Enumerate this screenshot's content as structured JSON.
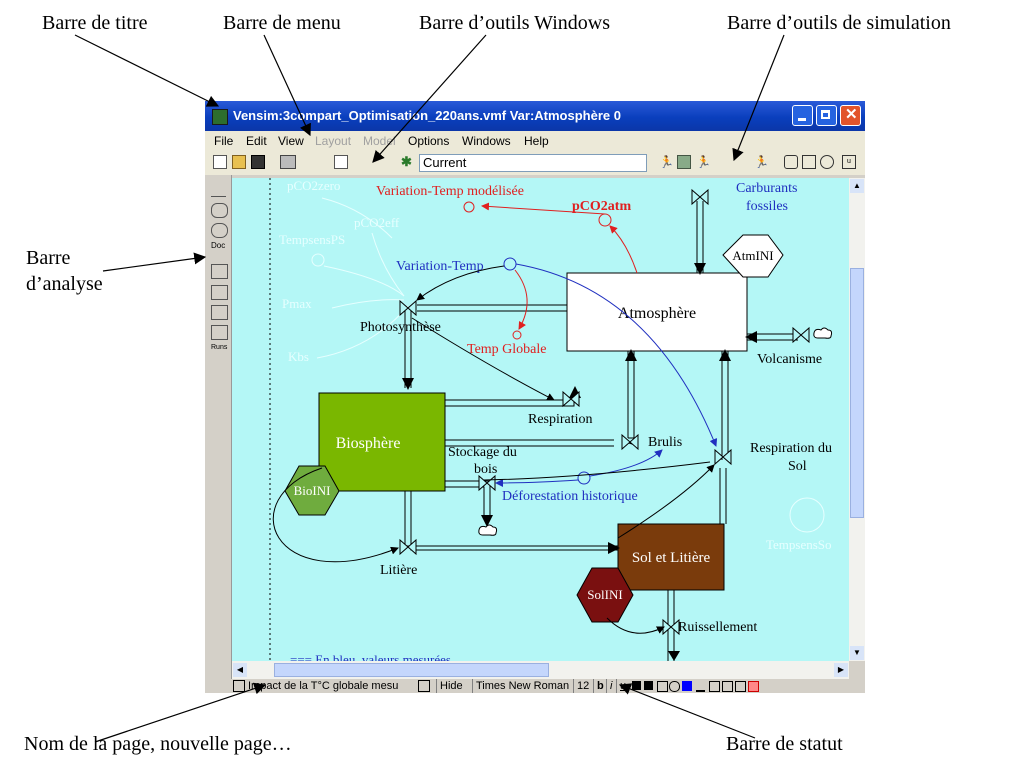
{
  "annotations": {
    "title_bar": "Barre de titre",
    "menu_bar": "Barre de menu",
    "windows_toolbar": "Barre d’outils Windows",
    "sim_toolbar": "Barre d’outils de simulation",
    "analysis_bar_1": "Barre",
    "analysis_bar_2": "d’analyse",
    "page_name": "Nom de la page, nouvelle page…",
    "status_bar": "Barre de statut"
  },
  "window": {
    "title": "Vensim:3compart_Optimisation_220ans.vmf Var:Atmosphère 0"
  },
  "menu": [
    "File",
    "Edit",
    "View",
    "Layout",
    "Model",
    "Options",
    "Windows",
    "Help"
  ],
  "toolbar": {
    "run_name": "Current"
  },
  "analysis_bar": [
    "Doc",
    "Runs"
  ],
  "diagram": {
    "stocks": {
      "atmosphere": "Atmosphère",
      "biosphere": "Biosphère",
      "sol": "Sol et Litière"
    },
    "init_params": {
      "atm": "AtmINI",
      "bio": "BioINI",
      "sol": "SolINI"
    },
    "flows": {
      "photosynthese": "Photosynthèse",
      "respiration": "Respiration",
      "litiere": "Litière",
      "stockage_1": "Stockage du",
      "stockage_2": "bois",
      "brulis": "Brulis",
      "volcanisme": "Volcanisme",
      "ruissellement": "Ruissellement",
      "resp_sol_1": "Respiration du",
      "resp_sol_2": "Sol",
      "carburants_1": "Carburants",
      "carburants_2": "fossiles"
    },
    "variables": {
      "var_temp_mod": "Variation-Temp modélisée",
      "pco2atm": "pCO2atm",
      "var_temp": "Variation-Temp",
      "temp_globale": "Temp Globale",
      "deforestation": "Déforestation historique",
      "ghost_pco2zero": "pCO2zero",
      "ghost_pco2eff": "pCO2eff",
      "ghost_tempsens": "TempsensPS",
      "ghost_pmax": "Pmax",
      "ghost_kbs": "Kbs",
      "ghost_tempsens_sol": "TempsensSo"
    },
    "footer_note": "=== En bleu, valeurs mesurées"
  },
  "status": {
    "page": "Impact de la T°C globale mesu",
    "hide": "Hide",
    "font": "Times New Roman",
    "size": "12",
    "bold": "b",
    "italic": "i",
    "underline": "u"
  },
  "colors": {
    "canvas": "#b4f7f6",
    "biosphere": "#7ab700",
    "biosphere_hex": "#6fac3e",
    "sol": "#7a3b0c",
    "sol_hex": "#7a1010",
    "red_link": "#e02020",
    "blue_link": "#2030c0"
  }
}
